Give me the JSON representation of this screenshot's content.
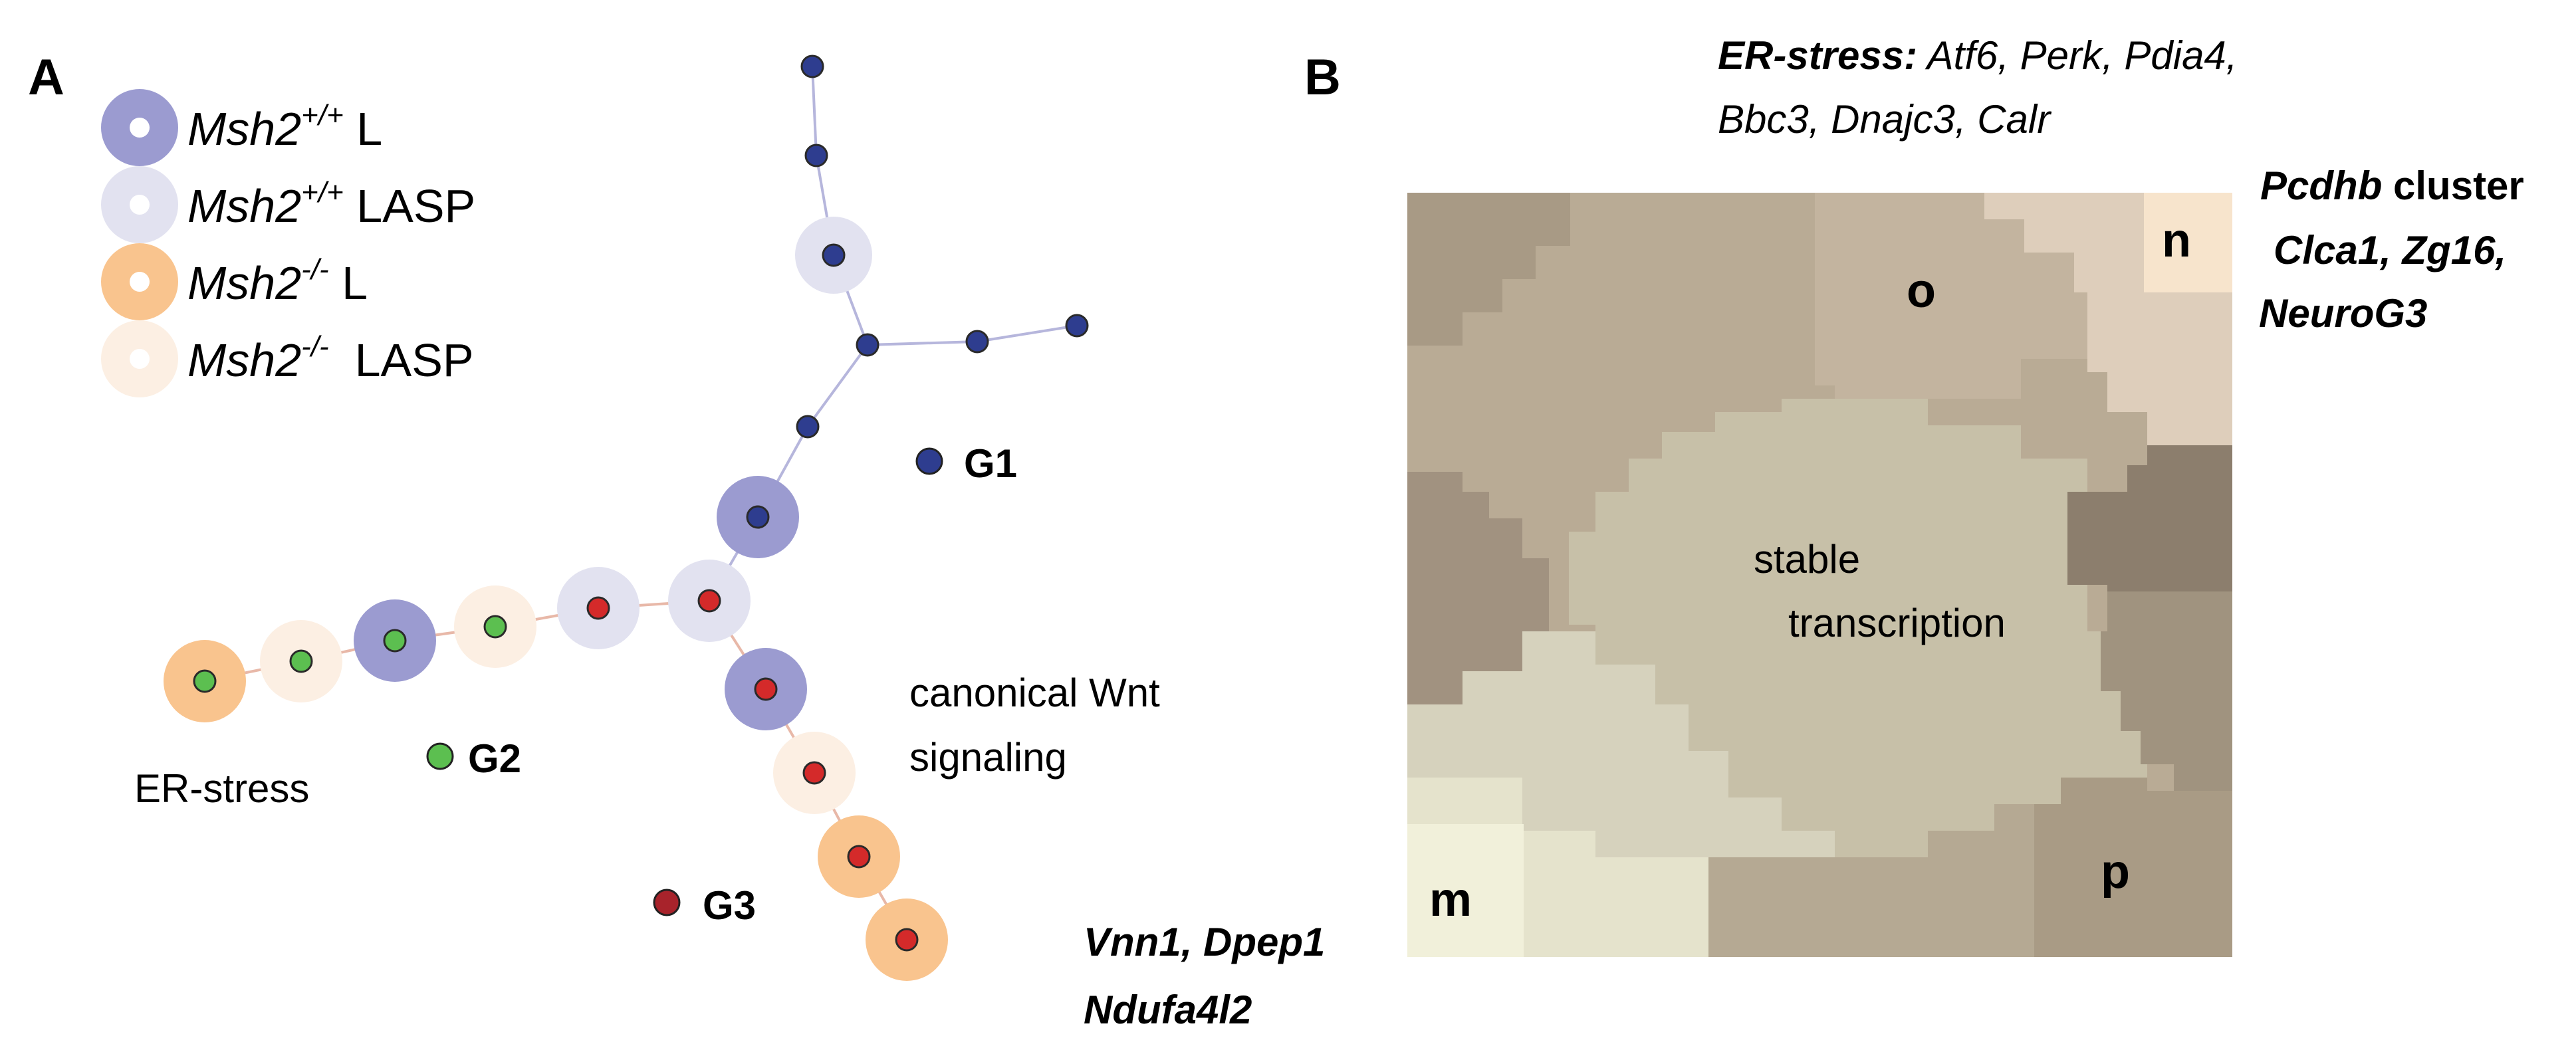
{
  "panel_a": {
    "label": "A",
    "legend": [
      {
        "gene": "Msh2",
        "sup": "+/+",
        "suffix": " L",
        "color": "#9b9bd0"
      },
      {
        "gene": "Msh2",
        "sup": "+/+",
        "suffix": " LASP",
        "color": "#e2e2f0"
      },
      {
        "gene": "Msh2",
        "sup": "-/-",
        "suffix": " L",
        "color": "#f9c48e"
      },
      {
        "gene": "Msh2",
        "sup": "-/-",
        "suffix": "  LASP",
        "color": "#fcefe3"
      }
    ],
    "groups": {
      "g1": {
        "label": "G1",
        "color": "#2e3d8f"
      },
      "g2": {
        "label": "G2",
        "color": "#5cbf50"
      },
      "g3": {
        "label": "G3",
        "color": "#a8232b"
      }
    },
    "annotations": {
      "er_stress": "ER-stress",
      "wnt_line1": "canonical Wnt",
      "wnt_line2": "signaling",
      "genes_line1": "Vnn1, Dpep1",
      "genes_line2": "Ndufa4l2"
    }
  },
  "panel_b": {
    "label": "B",
    "regions": {
      "m": "m",
      "n": "n",
      "o": "o",
      "p": "p"
    },
    "center_line1": "stable",
    "center_line2": "transcription",
    "top_bold": "ER-stress:",
    "top_line1": " Atf6, Perk, Pdia4,",
    "top_line2": "Bbc3, Dnajc3, Calr",
    "right_line1_bold": "Pcdhb",
    "right_line1_rest": " cluster",
    "right_line2": "Clca1, Zg16,",
    "right_line3": "NeuroG3"
  },
  "colors": {
    "edge_upper": "#b6b6dc",
    "edge_lower": "#e8b8a8",
    "map_o": "#b9ab95",
    "map_n": "#decebb",
    "map_center": "#c7c0a8",
    "map_dark_right": "#8c7e6d",
    "map_left_dark": "#a19280"
  }
}
